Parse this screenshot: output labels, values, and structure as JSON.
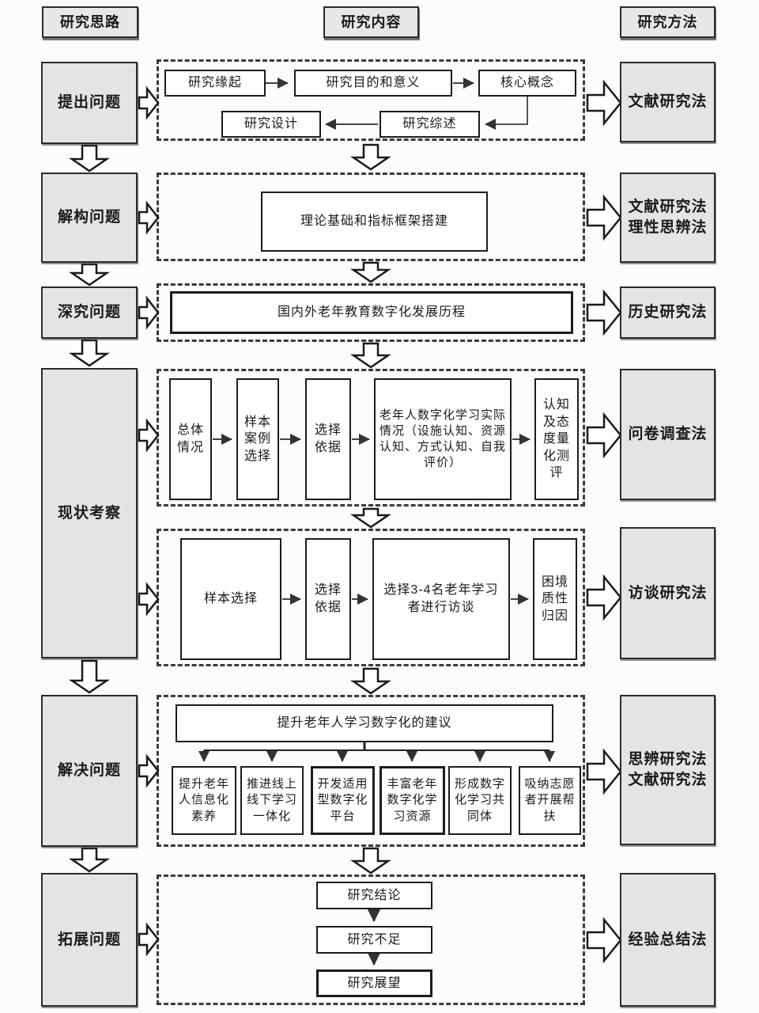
{
  "headers": {
    "thinking": "研究思路",
    "content": "研究内容",
    "method": "研究方法"
  },
  "stages": [
    "提出问题",
    "解构问题",
    "深究问题",
    "现状考察",
    "解决问题",
    "拓展问题"
  ],
  "methods": [
    "文献研究法",
    "文献研究法\n理性思辨法",
    "历史研究法",
    "问卷调查法",
    "访谈研究法",
    "思辨研究法\n文献研究法",
    "经验总结法"
  ],
  "row1": {
    "origin": "研究缘起",
    "purpose": "研究目的和意义",
    "concept": "核心概念",
    "review": "研究综述",
    "design": "研究设计"
  },
  "row2": {
    "theory": "理论基础和指标框架搭建"
  },
  "row3": {
    "history": "国内外老年教育数字化发展历程"
  },
  "row4a": {
    "overall": "总体情况",
    "sample_case": "样本案例选择",
    "basis": "选择依据",
    "actual": "老年人数字化学习实际情况（设施认知、资源认知、方式认知、自我评价）",
    "assess": "认知及态度量化测评"
  },
  "row4b": {
    "sample": "样本选择",
    "basis": "选择依据",
    "interview": "选择3-4名老年学习者进行访谈",
    "attribution": "困境质性归因"
  },
  "row5": {
    "suggestion": "提升老年人学习数字化的建议",
    "items": [
      "提升老年人信息化素养",
      "推进线上线下学习一体化",
      "开发适用型数字化平台",
      "丰富老年数字化学习资源",
      "形成数字化学习共同体",
      "吸纳志愿者开展帮扶"
    ]
  },
  "row6": {
    "conclusion": "研究结论",
    "limitation": "研究不足",
    "prospect": "研究展望"
  },
  "colors": {
    "box_fill": "#e4e4e4",
    "line": "#1a1a1a",
    "white_fill": "#ffffff"
  }
}
